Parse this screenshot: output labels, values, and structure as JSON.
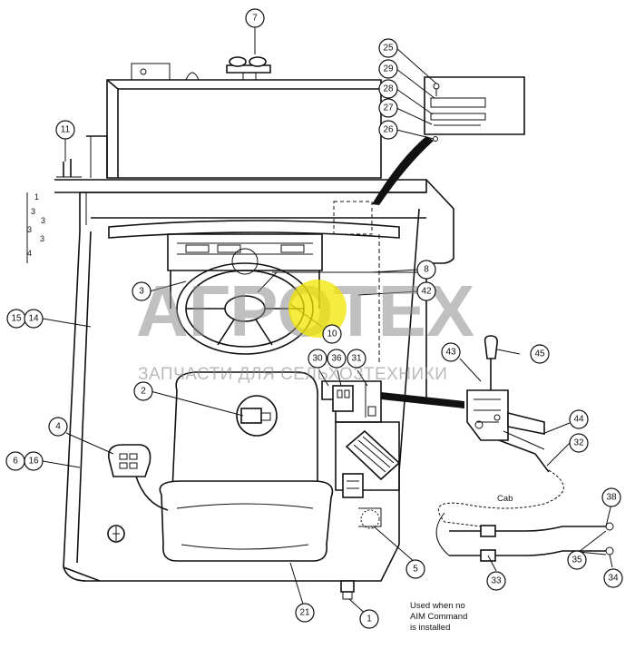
{
  "diagram": {
    "callouts": [
      {
        "id": "c7",
        "label": "7"
      },
      {
        "id": "c25",
        "label": "25"
      },
      {
        "id": "c29",
        "label": "29"
      },
      {
        "id": "c28",
        "label": "28"
      },
      {
        "id": "c27",
        "label": "27"
      },
      {
        "id": "c26",
        "label": "26"
      },
      {
        "id": "c11",
        "label": "11"
      },
      {
        "id": "c8",
        "label": "8"
      },
      {
        "id": "c42",
        "label": "42"
      },
      {
        "id": "c3",
        "label": "3"
      },
      {
        "id": "c15",
        "label": "15"
      },
      {
        "id": "c14",
        "label": "14"
      },
      {
        "id": "c10",
        "label": "10"
      },
      {
        "id": "c30",
        "label": "30"
      },
      {
        "id": "c36",
        "label": "36"
      },
      {
        "id": "c31",
        "label": "31"
      },
      {
        "id": "c43",
        "label": "43"
      },
      {
        "id": "c45",
        "label": "45"
      },
      {
        "id": "c2",
        "label": "2"
      },
      {
        "id": "c4",
        "label": "4"
      },
      {
        "id": "c6",
        "label": "6"
      },
      {
        "id": "c16",
        "label": "16"
      },
      {
        "id": "c44",
        "label": "44"
      },
      {
        "id": "c32",
        "label": "32"
      },
      {
        "id": "c38",
        "label": "38"
      },
      {
        "id": "c33",
        "label": "33"
      },
      {
        "id": "c35",
        "label": "35"
      },
      {
        "id": "c34",
        "label": "34"
      },
      {
        "id": "c5",
        "label": "5"
      },
      {
        "id": "c21",
        "label": "21"
      },
      {
        "id": "c1",
        "label": "1"
      }
    ],
    "cab_label": "Cab",
    "note_lines": [
      "Used when no",
      "AIM Command",
      "is installed"
    ]
  },
  "watermark": {
    "logo_text": "АГРОТЕХ",
    "tagline": "ЗАПЧАСТИ ДЛЯ СЕЛЬХОЗТЕХНИКИ",
    "accent_color": "#f2e600"
  },
  "colors": {
    "line": "#111111",
    "background": "#ffffff",
    "watermark_gray": "#8c8c8c"
  }
}
